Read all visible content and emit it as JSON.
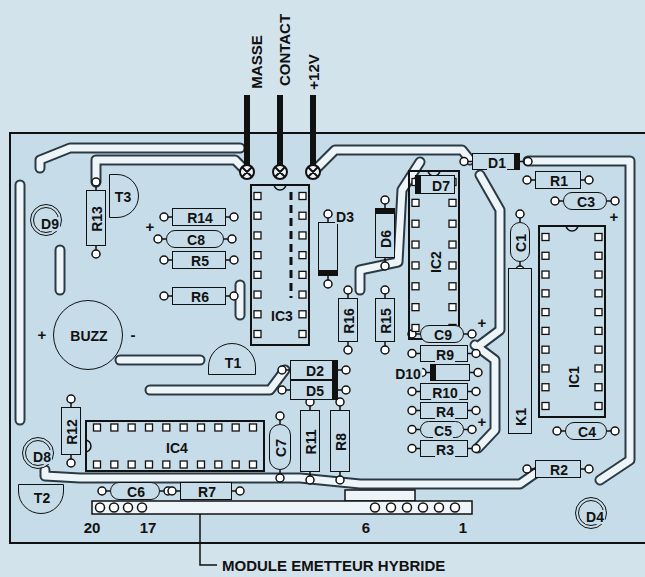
{
  "diagram": {
    "nodes": [
      {
        "text": [
          "IC3"
        ]
      },
      {
        "text": [
          "D1"
        ]
      },
      {
        "text": [
          "R1"
        ]
      },
      {
        "text": [
          "C3"
        ]
      },
      {
        "text": [
          "IC2"
        ]
      },
      {
        "text": [
          "D7"
        ],
        "in": 4
      },
      {
        "text": [
          "R13"
        ]
      },
      {
        "text": [
          "T3"
        ]
      },
      {
        "text": [
          "D9"
        ]
      },
      {
        "text": [
          "R14"
        ]
      },
      {
        "text": [
          "C8"
        ]
      },
      {
        "text": [
          "D3"
        ]
      },
      {
        "text": [
          "D6"
        ]
      },
      {
        "text": [
          "C1"
        ]
      },
      {
        "text": [
          "IC1"
        ]
      },
      {
        "text": [
          "R5"
        ]
      },
      {
        "text": [
          "R6"
        ]
      },
      {
        "text": [
          "R16"
        ]
      },
      {
        "text": [
          "R15"
        ]
      },
      {
        "text": [
          "BUZZ"
        ]
      },
      {
        "text": [
          "C9"
        ]
      },
      {
        "text": [
          "T1"
        ]
      },
      {
        "text": [
          "R9"
        ]
      },
      {
        "text": [
          "D2"
        ]
      },
      {
        "text": [
          "D10"
        ]
      },
      {
        "text": [
          "D5"
        ]
      },
      {
        "text": [
          "R10"
        ]
      },
      {
        "text": [
          "K1"
        ]
      },
      {
        "text": [
          "R4"
        ]
      },
      {
        "text": [
          "R12"
        ]
      },
      {
        "text": [
          "IC4"
        ]
      },
      {
        "text": [
          "C7"
        ]
      },
      {
        "text": [
          "R11"
        ]
      },
      {
        "text": [
          "R8"
        ]
      },
      {
        "text": [
          "C5"
        ]
      },
      {
        "text": [
          "C4"
        ]
      },
      {
        "text": [
          "R3"
        ]
      },
      {
        "text": [
          "D8"
        ]
      },
      {
        "text": [
          "R2"
        ]
      },
      {
        "text": [
          "T2"
        ]
      },
      {
        "text": [
          "C6"
        ]
      },
      {
        "text": [
          "R7"
        ]
      },
      {
        "text": [
          "D4"
        ]
      }
    ],
    "labels": [
      "MASSE",
      "CONTACT",
      "+12V",
      "+",
      "+",
      "+",
      "+",
      "-",
      "+",
      "20",
      "17",
      "6",
      "1",
      "MODULE EMETTEUR HYBRIDE"
    ]
  }
}
